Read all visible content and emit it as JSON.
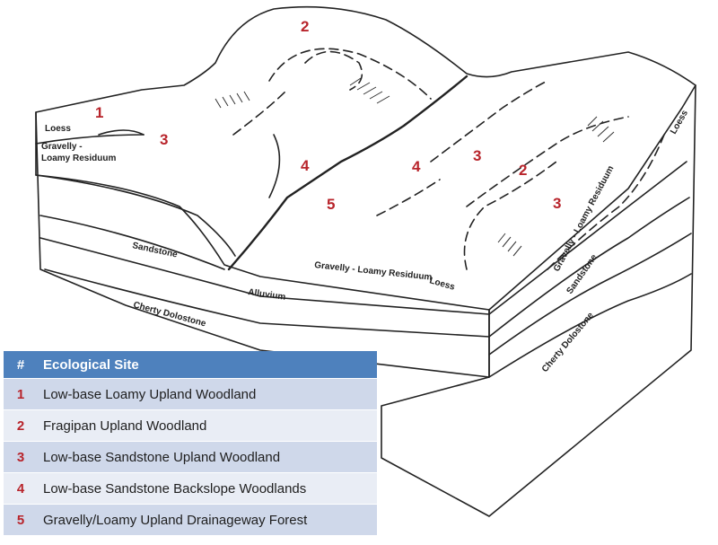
{
  "diagram": {
    "layer_labels": {
      "loess_left": "Loess",
      "loess_right": "Loess",
      "loess_front": "Loess",
      "gravelly_left": "Gravelly -",
      "gravelly_left_2": "Loamy Residuum",
      "sandstone_left": "Sandstone",
      "sandstone_right": "Sandstone",
      "alluvium": "Alluvium",
      "cherty_left": "Cherty Dolostone",
      "cherty_right": "Cherty Dolostone",
      "gravelly_front": "Gravelly - Loamy Residuum",
      "gravelly_right": "Gravelly - Loamy Residuum"
    },
    "site_markers": [
      "1",
      "2",
      "3",
      "4",
      "4",
      "5",
      "3",
      "2",
      "3"
    ]
  },
  "legend": {
    "header_num": "#",
    "header_site": "Ecological Site",
    "rows": [
      {
        "num": "1",
        "name": "Low-base Loamy Upland Woodland"
      },
      {
        "num": "2",
        "name": "Fragipan Upland Woodland"
      },
      {
        "num": "3",
        "name": "Low-base Sandstone Upland Woodland"
      },
      {
        "num": "4",
        "name": "Low-base Sandstone Backslope Woodlands"
      },
      {
        "num": "5",
        "name": "Gravelly/Loamy Upland Drainageway Forest"
      }
    ]
  },
  "colors": {
    "header_bg": "#4e81bd",
    "row_odd": "#cfd8ea",
    "row_even": "#e9edf5",
    "number_red": "#b8242b"
  }
}
